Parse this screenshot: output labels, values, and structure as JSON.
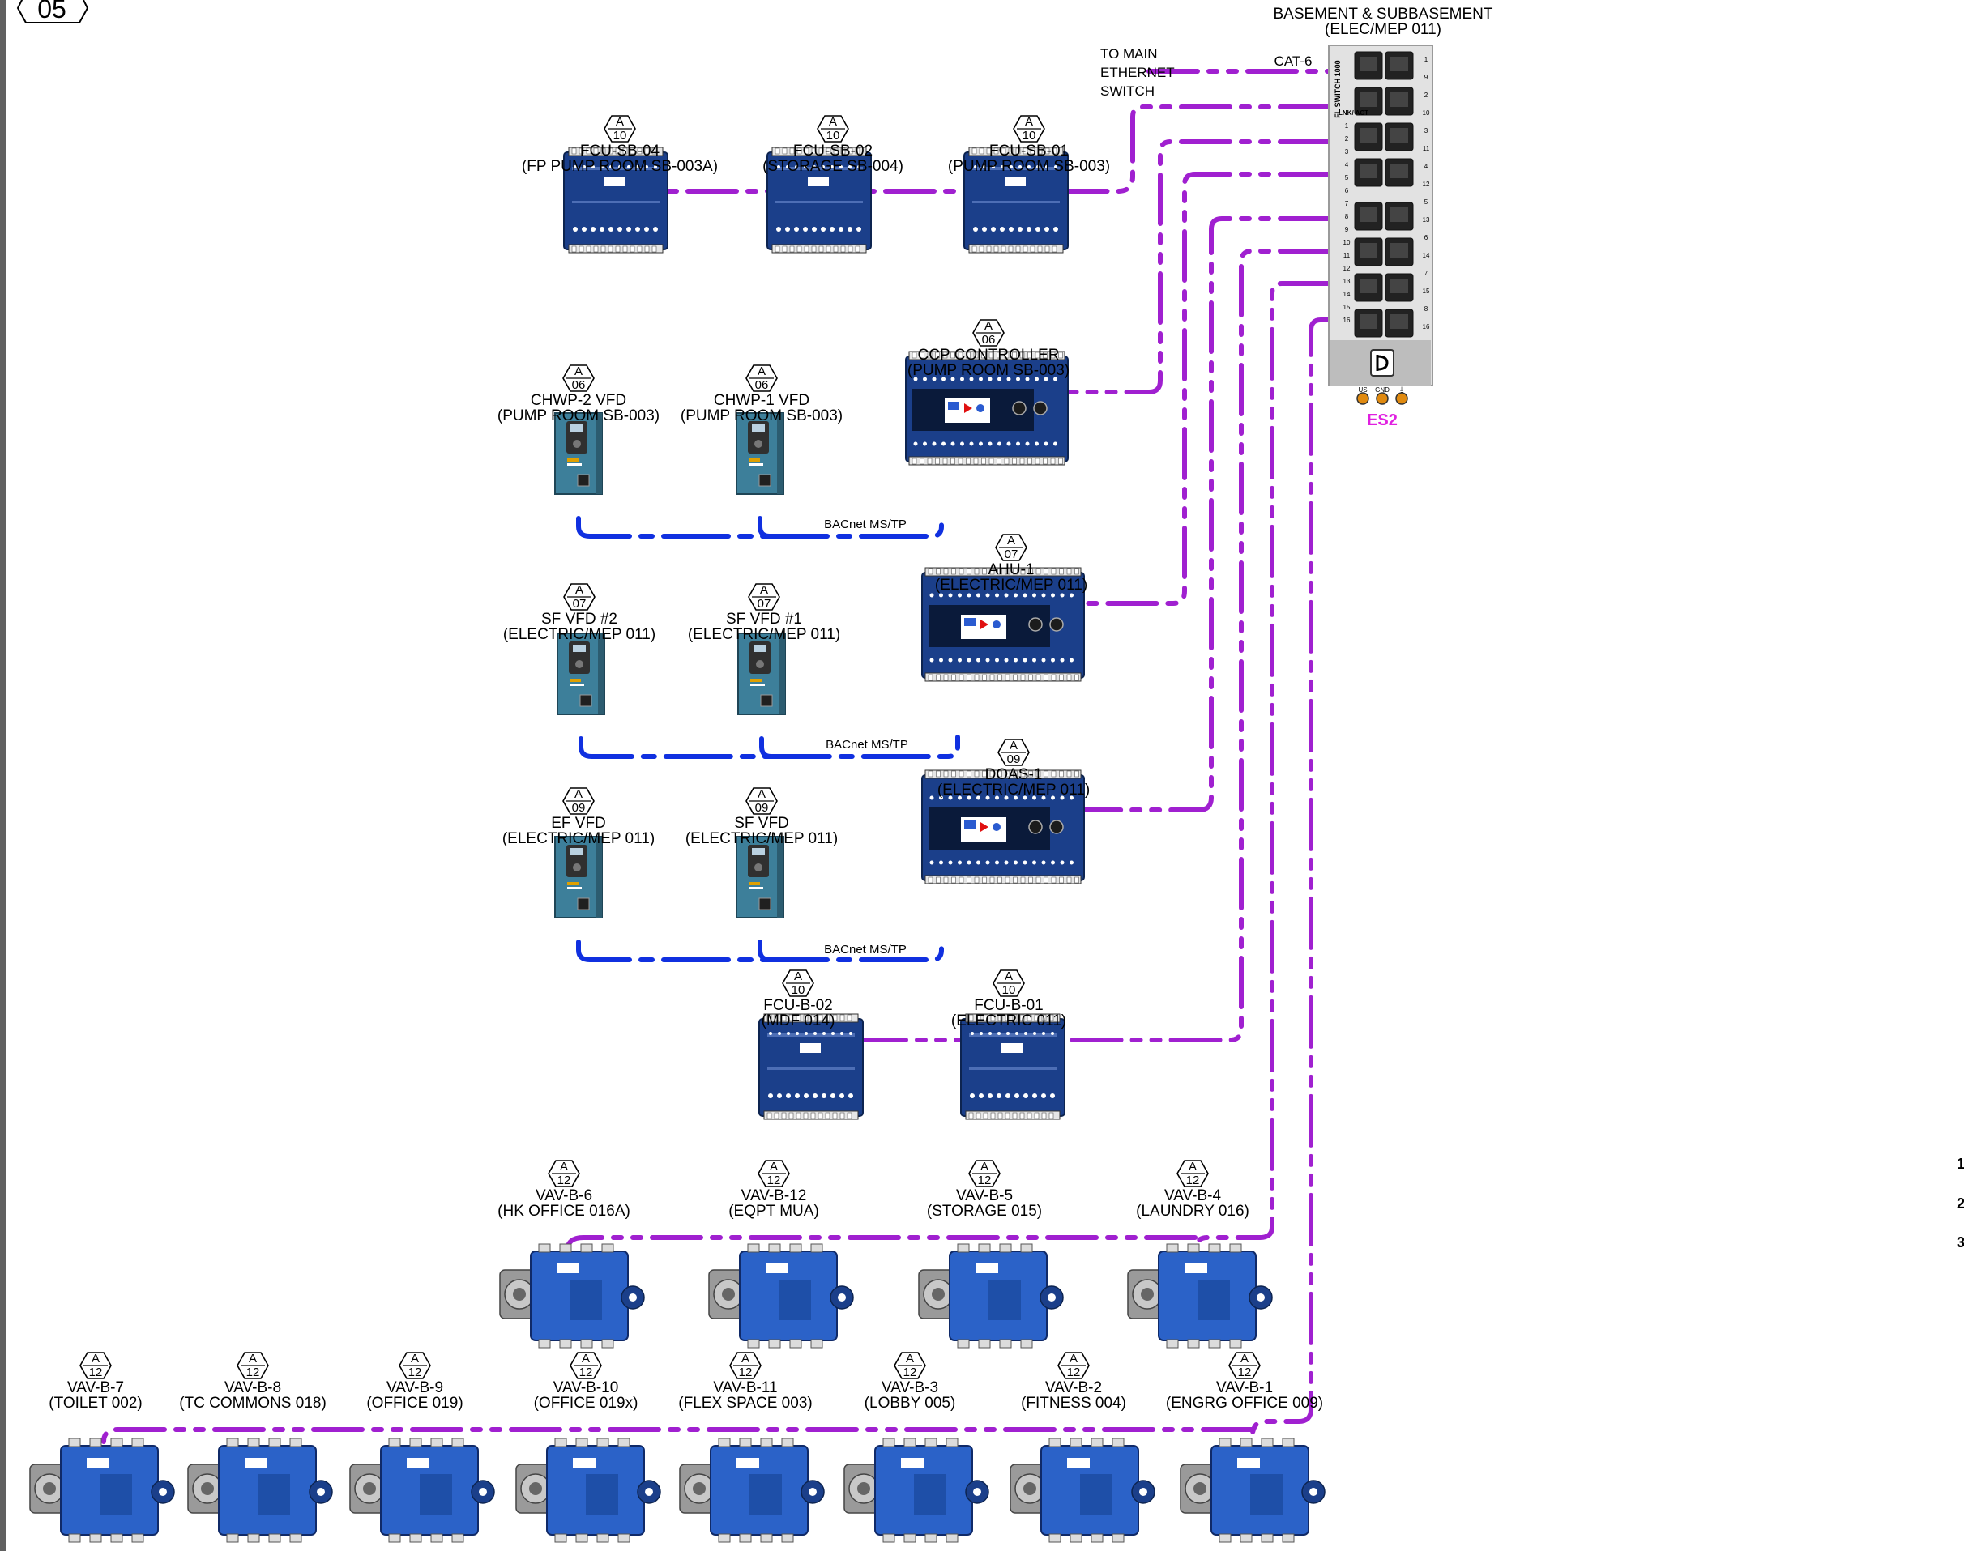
{
  "sheet_number": "05",
  "switch": {
    "title_line1": "BASEMENT & SUBBASEMENT",
    "title_line2": "(ELEC/MEP 011)",
    "model": "FL SWITCH 1000",
    "lnk_label": "LNK/ ACT",
    "tag": "ES2",
    "terminal_labels": [
      "US",
      "GND",
      "⏚"
    ],
    "port_left_numbers": [
      "1",
      "2",
      "3",
      "4",
      "5",
      "6",
      "7",
      "8",
      "9",
      "10",
      "11",
      "12",
      "13",
      "14",
      "15",
      "16"
    ],
    "port_right_numbers": [
      "1",
      "9",
      "2",
      "10",
      "3",
      "11",
      "4",
      "12",
      "5",
      "13",
      "6",
      "14",
      "7",
      "15",
      "8",
      "16"
    ]
  },
  "uplink": {
    "label_line1": "TO MAIN",
    "label_line2": "ETHERNET",
    "label_line3": "SWITCH",
    "cable": "CAT-6"
  },
  "bus_label": "BACnet MS/TP",
  "devices": [
    {
      "id": "fcu-sb-04",
      "tag_top": "A",
      "tag_num": "10",
      "name": "FCU-SB-04",
      "loc": "(FP PUMP ROOM SB-003A)"
    },
    {
      "id": "fcu-sb-02",
      "tag_top": "A",
      "tag_num": "10",
      "name": "FCU-SB-02",
      "loc": "(STORAGE SB-004)"
    },
    {
      "id": "fcu-sb-01",
      "tag_top": "A",
      "tag_num": "10",
      "name": "FCU-SB-01",
      "loc": "(PUMP ROOM SB-003)"
    },
    {
      "id": "ccp",
      "tag_top": "A",
      "tag_num": "06",
      "name": "CCP CONTROLLER",
      "loc": "(PUMP ROOM SB-003)"
    },
    {
      "id": "chwp-2",
      "tag_top": "A",
      "tag_num": "06",
      "name": "CHWP-2 VFD",
      "loc": "(PUMP ROOM SB-003)"
    },
    {
      "id": "chwp-1",
      "tag_top": "A",
      "tag_num": "06",
      "name": "CHWP-1 VFD",
      "loc": "(PUMP ROOM SB-003)"
    },
    {
      "id": "ahu-1",
      "tag_top": "A",
      "tag_num": "07",
      "name": "AHU-1",
      "loc": "(ELECTRIC/MEP 011)"
    },
    {
      "id": "sf-vfd-2",
      "tag_top": "A",
      "tag_num": "07",
      "name": "SF VFD #2",
      "loc": "(ELECTRIC/MEP 011)"
    },
    {
      "id": "sf-vfd-1",
      "tag_top": "A",
      "tag_num": "07",
      "name": "SF VFD #1",
      "loc": "(ELECTRIC/MEP 011)"
    },
    {
      "id": "doas-1",
      "tag_top": "A",
      "tag_num": "09",
      "name": "DOAS-1",
      "loc": "(ELECTRIC/MEP 011)"
    },
    {
      "id": "ef-vfd",
      "tag_top": "A",
      "tag_num": "09",
      "name": "EF VFD",
      "loc": "(ELECTRIC/MEP 011)"
    },
    {
      "id": "sf-vfd",
      "tag_top": "A",
      "tag_num": "09",
      "name": "SF VFD",
      "loc": "(ELECTRIC/MEP 011)"
    },
    {
      "id": "fcu-b-02",
      "tag_top": "A",
      "tag_num": "10",
      "name": "FCU-B-02",
      "loc": "(MDF 014)"
    },
    {
      "id": "fcu-b-01",
      "tag_top": "A",
      "tag_num": "10",
      "name": "FCU-B-01",
      "loc": "(ELECTRIC 011)"
    },
    {
      "id": "vav-b-6",
      "tag_top": "A",
      "tag_num": "12",
      "name": "VAV-B-6",
      "loc": "(HK OFFICE 016A)"
    },
    {
      "id": "vav-b-12",
      "tag_top": "A",
      "tag_num": "12",
      "name": "VAV-B-12",
      "loc": "(EQPT MUA)"
    },
    {
      "id": "vav-b-5",
      "tag_top": "A",
      "tag_num": "12",
      "name": "VAV-B-5",
      "loc": "(STORAGE 015)"
    },
    {
      "id": "vav-b-4",
      "tag_top": "A",
      "tag_num": "12",
      "name": "VAV-B-4",
      "loc": "(LAUNDRY 016)"
    },
    {
      "id": "vav-b-7",
      "tag_top": "A",
      "tag_num": "12",
      "name": "VAV-B-7",
      "loc": "(TOILET 002)"
    },
    {
      "id": "vav-b-8",
      "tag_top": "A",
      "tag_num": "12",
      "name": "VAV-B-8",
      "loc": "(TC COMMONS 018)"
    },
    {
      "id": "vav-b-9",
      "tag_top": "A",
      "tag_num": "12",
      "name": "VAV-B-9",
      "loc": "(OFFICE 019)"
    },
    {
      "id": "vav-b-10",
      "tag_top": "A",
      "tag_num": "12",
      "name": "VAV-B-10",
      "loc": "(OFFICE 019x)"
    },
    {
      "id": "vav-b-11",
      "tag_top": "A",
      "tag_num": "12",
      "name": "VAV-B-11",
      "loc": "(FLEX SPACE 003)"
    },
    {
      "id": "vav-b-3",
      "tag_top": "A",
      "tag_num": "12",
      "name": "VAV-B-3",
      "loc": "(LOBBY 005)"
    },
    {
      "id": "vav-b-2",
      "tag_top": "A",
      "tag_num": "12",
      "name": "VAV-B-2",
      "loc": "(FITNESS 004)"
    },
    {
      "id": "vav-b-1",
      "tag_top": "A",
      "tag_num": "12",
      "name": "VAV-B-1",
      "loc": "(ENGRG OFFICE 009)"
    }
  ],
  "right_edge_numbers": [
    "1",
    "2",
    "3"
  ],
  "colors": {
    "ethernet": "#a020d0",
    "mstp": "#1030e0",
    "controller": "#1b3f8a",
    "vfd": "#3d7f9a",
    "es2_tag": "#e020e0"
  }
}
